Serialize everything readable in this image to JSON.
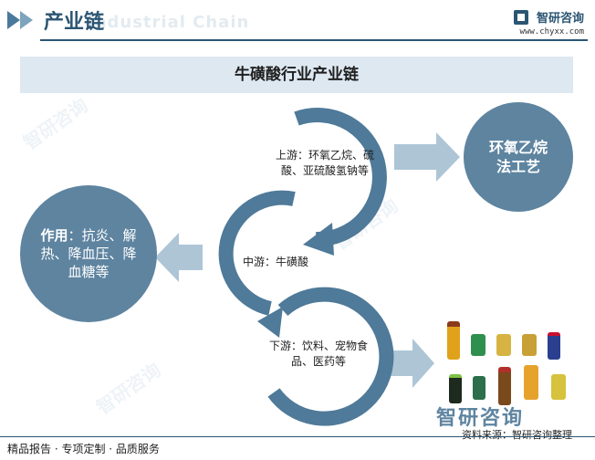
{
  "header": {
    "title": "产业链",
    "ghost_text": "Industrial Chain",
    "brand_name": "智研咨询",
    "brand_url": "www.chyxx.com"
  },
  "diagram": {
    "title": "牛磺酸行业产业链",
    "upstream_label": "上游：环氧乙烷、硫酸、亚硫酸氢钠等",
    "midstream_label": "中游：牛磺酸",
    "downstream_label": "下游：饮料、宠物食品、医药等",
    "effect_title": "作用",
    "effect_text": "：抗炎、解热、降血压、降血糖等",
    "process": "环氧乙烷法工艺"
  },
  "source": {
    "logo": "智研咨询",
    "text": "资料来源：智研咨询整理"
  },
  "footer": {
    "text": "精品报告 · 专项定制 · 品质服务"
  },
  "watermark": "智研咨询",
  "colors": {
    "primary": "#2b5573",
    "circle": "#5e84a0",
    "arc": "#4f7a99",
    "arrow": "#aec5d6",
    "title_bar": "#dde8f1"
  }
}
